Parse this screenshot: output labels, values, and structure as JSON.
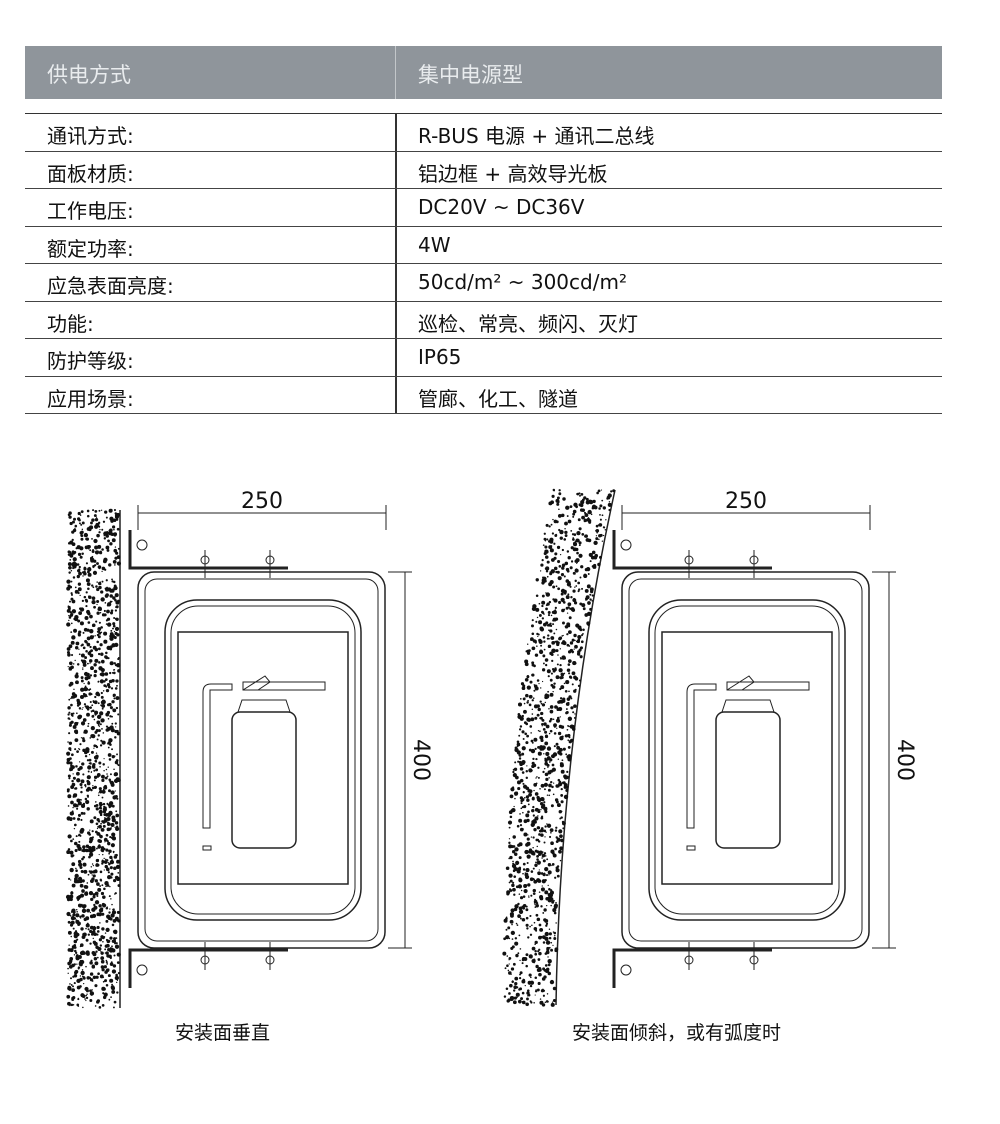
{
  "header": {
    "key": "供电方式",
    "value": "集中电源型"
  },
  "specs": [
    {
      "key": "通讯方式:",
      "value": "R-BUS 电源 + 通讯二总线"
    },
    {
      "key": "面板材质:",
      "value": "铝边框 + 高效导光板"
    },
    {
      "key": "工作电压:",
      "value": "DC20V ~ DC36V"
    },
    {
      "key": "额定功率:",
      "value": "4W"
    },
    {
      "key": "应急表面亮度:",
      "value": "50cd/m² ~ 300cd/m²"
    },
    {
      "key": "功能:",
      "value": "巡检、常亮、频闪、灭灯"
    },
    {
      "key": "防护等级:",
      "value": "IP65"
    },
    {
      "key": "应用场景:",
      "value": "管廊、化工、隧道"
    }
  ],
  "drawings": [
    {
      "width_label": "250",
      "height_label": "400",
      "caption": "安装面垂直"
    },
    {
      "width_label": "250",
      "height_label": "400",
      "caption": "安装面倾斜，或有弧度时"
    }
  ]
}
